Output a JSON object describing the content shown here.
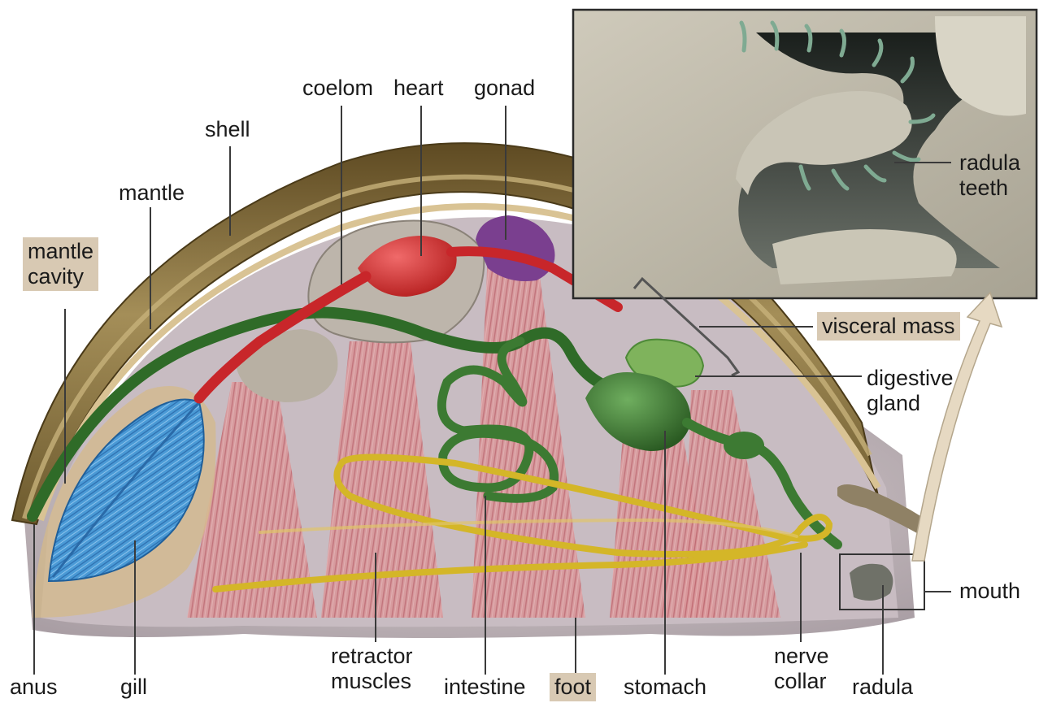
{
  "labels": {
    "coelom": "coelom",
    "heart": "heart",
    "gonad": "gonad",
    "shell": "shell",
    "mantle": "mantle",
    "mantle_cavity_1": "mantle",
    "mantle_cavity_2": "cavity",
    "radula_teeth_1": "radula",
    "radula_teeth_2": "teeth",
    "visceral_mass": "visceral mass",
    "digestive_gland_1": "digestive",
    "digestive_gland_2": "gland",
    "mouth": "mouth",
    "anus": "anus",
    "gill": "gill",
    "retractor_muscles_1": "retractor",
    "retractor_muscles_2": "muscles",
    "intestine": "intestine",
    "foot": "foot",
    "stomach": "stomach",
    "nerve_collar_1": "nerve",
    "nerve_collar_2": "collar",
    "radula": "radula"
  },
  "colors": {
    "shell": "#8a7440",
    "body": "#cfc3c0",
    "heart": "#d42a2a",
    "intestine": "#3c7a32",
    "gill": "#3b8fd0",
    "muscle": "#d98a90",
    "nerve": "#d4b628",
    "gonad": "#7a3f8f",
    "label_box": "#d8c9b3"
  }
}
